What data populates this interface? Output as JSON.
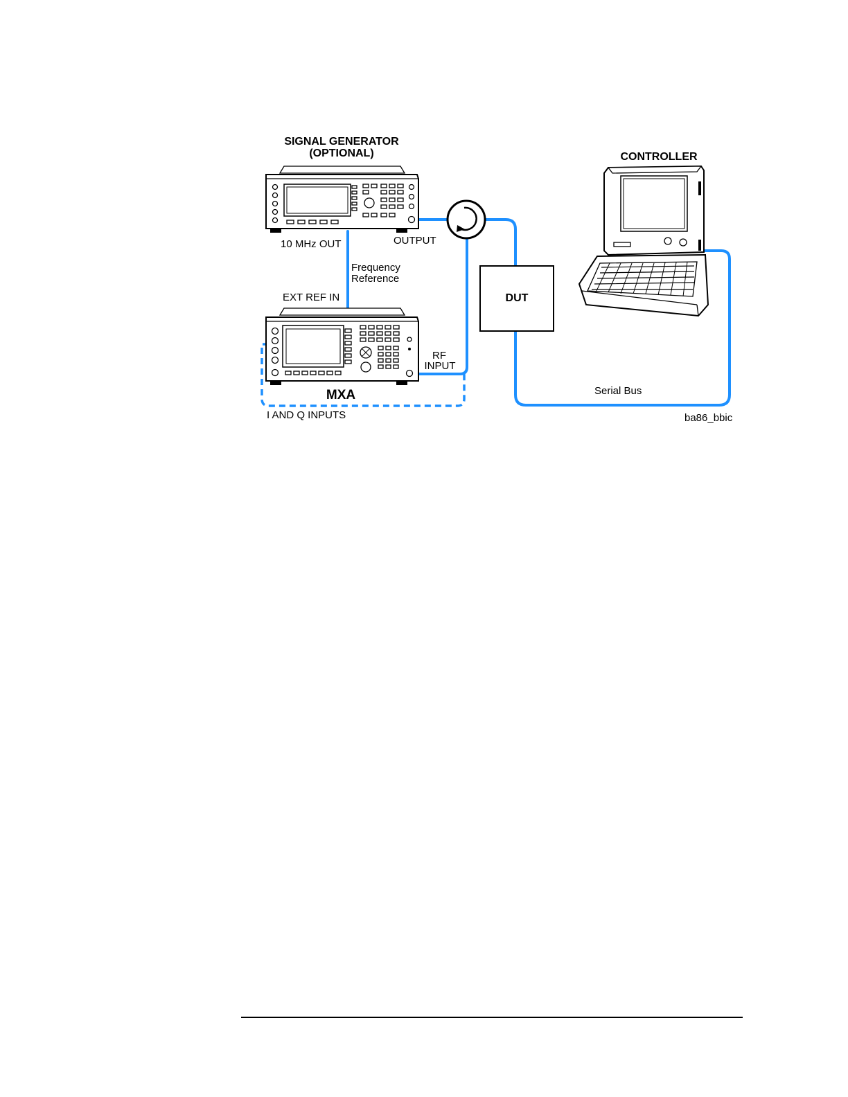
{
  "labels": {
    "signal_generator": "SIGNAL GENERATOR",
    "signal_generator_optional": "(OPTIONAL)",
    "controller": "CONTROLLER",
    "ten_mhz_out": "10 MHz OUT",
    "output": "OUTPUT",
    "frequency": "Frequency",
    "reference": "Reference",
    "ext_ref_in": "EXT REF IN",
    "dut": "DUT",
    "rf": "RF",
    "input": "INPUT",
    "mxa": "MXA",
    "i_and_q_inputs": "I AND Q INPUTS",
    "serial_bus": "Serial Bus",
    "figure_id": "ba86_bbic"
  },
  "colors": {
    "cable": "#1e90ff",
    "outline": "#000000"
  }
}
